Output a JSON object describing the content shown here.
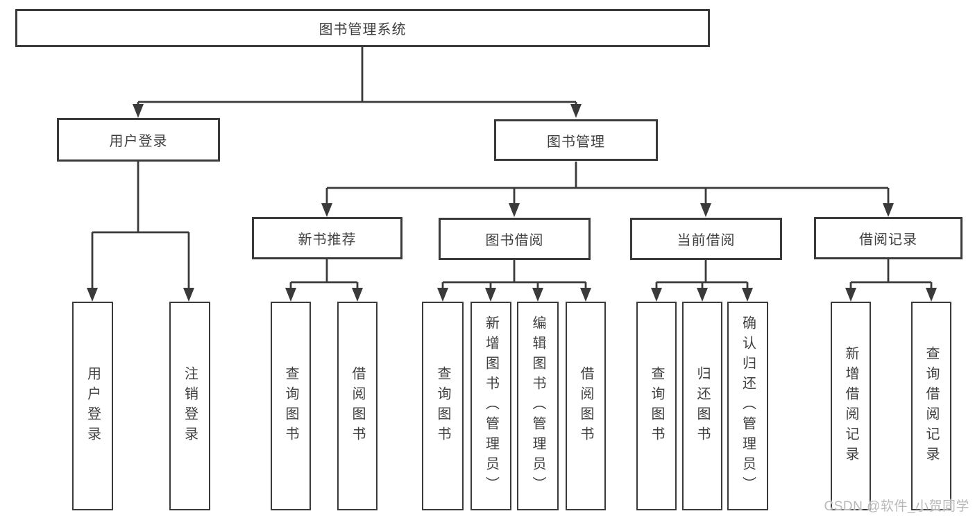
{
  "diagram": {
    "type": "tree",
    "title": "图书管理系统",
    "nodes": {
      "root": "图书管理系统",
      "user_login": "用户登录",
      "book_mgmt": "图书管理",
      "new_book_rec": "新书推荐",
      "book_borrow": "图书借阅",
      "current_borrow": "当前借阅",
      "borrow_record": "借阅记录",
      "leaf_user_login": "用户登录",
      "leaf_logout": "注销登录",
      "leaf_rec_query": "查询图书",
      "leaf_rec_borrow": "借阅图书",
      "leaf_bb_query": "查询图书",
      "leaf_bb_add": "新增图书（管理员）",
      "leaf_bb_edit": "编辑图书（管理员）",
      "leaf_bb_borrow": "借阅图书",
      "leaf_cb_query": "查询图书",
      "leaf_cb_return": "归还图书",
      "leaf_cb_confirm": "确认归还（管理员）",
      "leaf_br_add": "新增借阅记录",
      "leaf_br_query": "查询借阅记录"
    },
    "edges": [
      "图书管理系统->用户登录",
      "图书管理系统->图书管理",
      "用户登录->用户登录(叶)",
      "用户登录->注销登录",
      "图书管理->新书推荐",
      "图书管理->图书借阅",
      "图书管理->当前借阅",
      "图书管理->借阅记录",
      "新书推荐->查询图书",
      "新书推荐->借阅图书",
      "图书借阅->查询图书",
      "图书借阅->新增图书（管理员）",
      "图书借阅->编辑图书（管理员）",
      "图书借阅->借阅图书",
      "当前借阅->查询图书",
      "当前借阅->归还图书",
      "当前借阅->确认归还（管理员）",
      "借阅记录->新增借阅记录",
      "借阅记录->查询借阅记录"
    ]
  },
  "watermark": "CSDN @软件_小贺同学",
  "colors": {
    "line": "#3a3a3a",
    "box_border": "#3a3a3a",
    "text": "#3f3f3f",
    "watermark": "#b9b9b9",
    "background": "#ffffff"
  }
}
